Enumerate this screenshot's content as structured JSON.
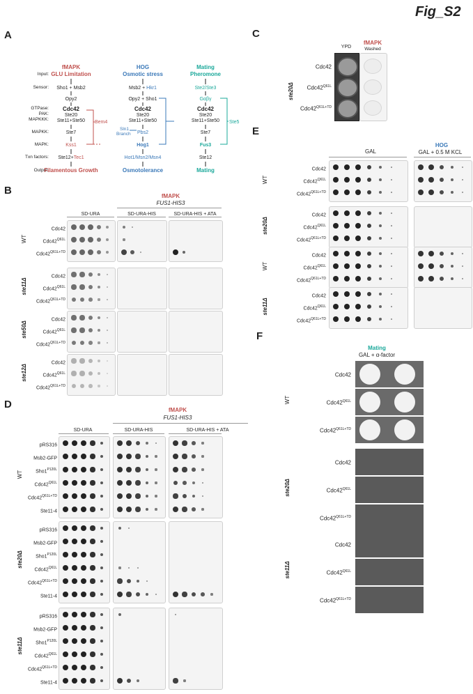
{
  "fig_title": "Fig_S2",
  "panels": {
    "A": "A",
    "B": "B",
    "C": "C",
    "D": "D",
    "E": "E",
    "F": "F"
  },
  "panelA": {
    "row_labels": [
      "Input:",
      "Sensor:",
      "GTPase:",
      "PAK:",
      "MAPKKK:",
      "MAPKK:",
      "MAPK:",
      "Txn factors:",
      "Output:"
    ],
    "fmapk": {
      "title": "fMAPK",
      "input": "GLU Limitation",
      "sensor": "Sho1 + Msb2",
      "opy2": "Opy2",
      "gtpase": "Cdc42",
      "pak": "Ste20",
      "mapkkk": "Ste11+Ste50",
      "mapkk": "Ste7",
      "mapk": "Kss1",
      "txn_a": "Ste12+",
      "txn_b": "Tec1",
      "output": "Filamentous Growth",
      "bem4": "Bem4"
    },
    "hog": {
      "title": "HOG",
      "input": "Osmotic stress",
      "sensor_a": "Msb2 + ",
      "sensor_b": "Hkr1",
      "sensor2": "Opy2 + Sho1",
      "gtpase": "Cdc42",
      "pak": "Ste20",
      "mapkkk": "Ste11+Ste50",
      "sln1": "Sln1",
      "branch": "Branch",
      "pbs2": "Pbs2",
      "mapk": "Hog1",
      "txn": "Hot1/Msn2/Msn4",
      "output": "Osmotolerance"
    },
    "mating": {
      "title": "Mating",
      "input": "Pheromone",
      "sensor": "Ste2/Ste3",
      "gby": "Gαβγ",
      "gtpase": "Cdc42",
      "pak": "Ste20",
      "mapkkk": "Ste11+Ste50",
      "mapkk": "Ste7",
      "mapk": "Fus3",
      "txn": "Ste12",
      "output": "Mating",
      "ste5": "Ste5"
    }
  },
  "panelB": {
    "header": "fMAPK",
    "reporter": "FUS1-HIS3",
    "media": [
      "SD-URA",
      "SD-URA-HIS",
      "SD-URA-HIS + ATA"
    ],
    "groups": [
      "WT",
      "ste11Δ",
      "ste50Δ",
      "ste12Δ"
    ],
    "rows": [
      "Cdc42",
      "Cdc42",
      "Cdc42"
    ],
    "sups": [
      "",
      "Q61L",
      "Q61L+TD"
    ]
  },
  "panelC": {
    "media": [
      "YPD",
      "fMAPK",
      "Washed"
    ],
    "group": "ste20Δ",
    "rows": [
      "Cdc42",
      "Cdc42",
      "Cdc42"
    ],
    "sups": [
      "",
      "Q61L",
      "Q61L+TD"
    ]
  },
  "panelD": {
    "header": "fMAPK",
    "reporter": "FUS1-HIS3",
    "media": [
      "SD-URA",
      "SD-URA-HIS",
      "SD-URA-HIS + ATA"
    ],
    "groups": [
      "WT",
      "ste20Δ",
      "ste11Δ"
    ],
    "rows": [
      "pRS316",
      "Msb2-GFP",
      "Sho1",
      "Cdc42",
      "Cdc42",
      "Ste11-4"
    ],
    "sups": [
      "",
      "",
      "P120L",
      "Q61L",
      "Q61L+TD",
      ""
    ]
  },
  "panelE": {
    "media": [
      "GAL",
      "HOG",
      "GAL + 0.5 M KCL"
    ],
    "groups": [
      "WT",
      "ste20Δ",
      "WT",
      "ste11Δ"
    ],
    "rows": [
      "Cdc42",
      "Cdc42",
      "Cdc42"
    ],
    "sups": [
      "",
      "Q61L",
      "Q61L+TD"
    ]
  },
  "panelF": {
    "header": "Mating",
    "media": "GAL + α-factor",
    "groups": [
      "WT",
      "ste20Δ",
      "ste11Δ"
    ],
    "rows": [
      "Cdc42",
      "Cdc42",
      "Cdc42"
    ],
    "sups": [
      "",
      "Q61L",
      "Q61L+TD"
    ]
  }
}
